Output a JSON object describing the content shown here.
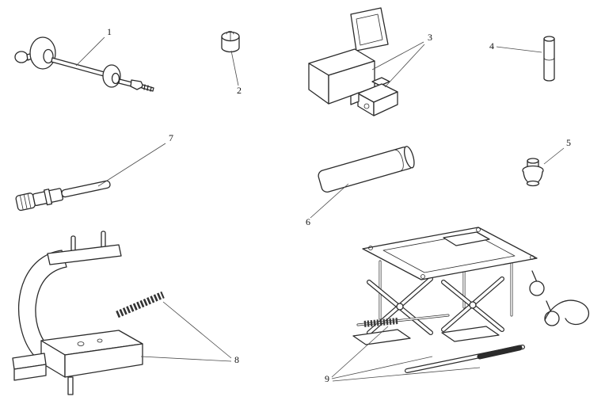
{
  "colors": {
    "background": "#ffffff",
    "line": "#2b2b2b",
    "text": "#111111"
  },
  "diagram": {
    "type": "exploded-parts-line-diagram",
    "parts": [
      {
        "label": "1",
        "name": "shaft-with-discs-tool"
      },
      {
        "label": "2",
        "name": "small-bushing"
      },
      {
        "label": "3",
        "name": "case-with-adapter"
      },
      {
        "label": "4",
        "name": "cylindrical-pin"
      },
      {
        "label": "5",
        "name": "cap-fitting"
      },
      {
        "label": "6",
        "name": "cylindrical-handle"
      },
      {
        "label": "7",
        "name": "shaft-tool-with-tip"
      },
      {
        "label": "8",
        "name": "press-frame-and-spring"
      },
      {
        "label": "9",
        "name": "scissor-jack-assembly"
      }
    ]
  }
}
